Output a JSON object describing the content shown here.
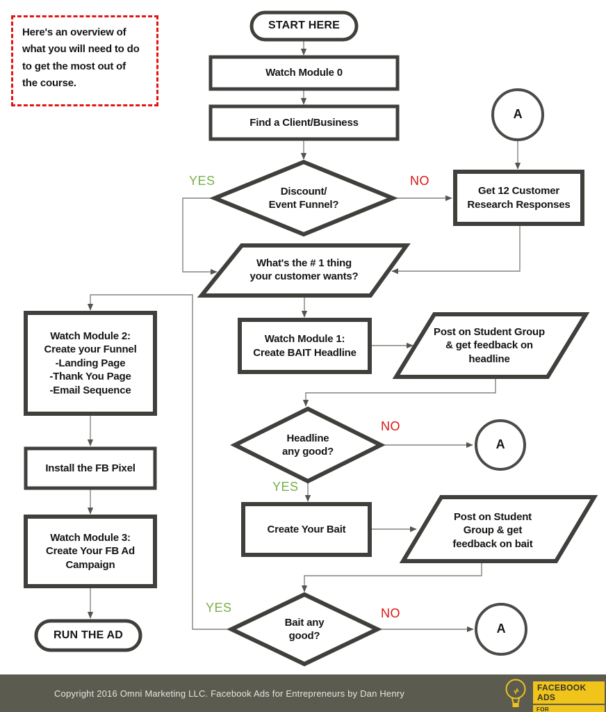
{
  "note": {
    "lines": [
      "Here's an overview of",
      "what you will need to do",
      "to get the most out of",
      "the course."
    ]
  },
  "branch": {
    "yes": "YES",
    "no": "NO"
  },
  "connector": {
    "label": "A"
  },
  "nodes": {
    "start": {
      "label": "START HERE"
    },
    "module0": {
      "label": "Watch Module 0"
    },
    "find_client": {
      "label": "Find a Client/Business"
    },
    "discount_q": {
      "lines": [
        "Discount/",
        "Event Funnel?"
      ]
    },
    "get_responses": {
      "lines": [
        "Get 12 Customer",
        "Research Responses"
      ]
    },
    "customer_wants": {
      "lines": [
        "What's the # 1 thing",
        "your customer wants?"
      ]
    },
    "module2": {
      "lines": [
        "Watch Module 2:",
        "Create your Funnel",
        "-Landing Page",
        "-Thank You Page",
        "-Email Sequence"
      ]
    },
    "module1": {
      "lines": [
        "Watch Module 1:",
        "Create BAIT Headline"
      ]
    },
    "headline_feedback": {
      "lines": [
        "Post on Student Group",
        "& get feedback on",
        "headline"
      ]
    },
    "headline_q": {
      "lines": [
        "Headline",
        "any good?"
      ]
    },
    "create_bait": {
      "label": "Create Your Bait"
    },
    "bait_feedback": {
      "lines": [
        "Post on Student",
        "Group & get",
        "feedback on bait"
      ]
    },
    "bait_q": {
      "lines": [
        "Bait any",
        "good?"
      ]
    },
    "install_pixel": {
      "label": "Install the FB Pixel"
    },
    "module3": {
      "lines": [
        "Watch Module 3:",
        "Create Your FB Ad",
        "Campaign"
      ]
    },
    "run_ad": {
      "label": "RUN THE AD"
    }
  },
  "footer": {
    "copyright": "Copyright 2016 Omni Marketing LLC. Facebook Ads for Entrepreneurs by Dan Henry",
    "logo_line1": "FACEBOOK ADS",
    "logo_line2": "FOR ENTREPRENEURS"
  },
  "colors": {
    "shape_border": "#3f3f3c",
    "connector_line": "#82827e",
    "yes_green": "#76b04b",
    "no_red": "#e01313",
    "note_border": "#e01414",
    "footer_bg": "#5b5b50",
    "logo_yellow": "#f0c41b"
  }
}
